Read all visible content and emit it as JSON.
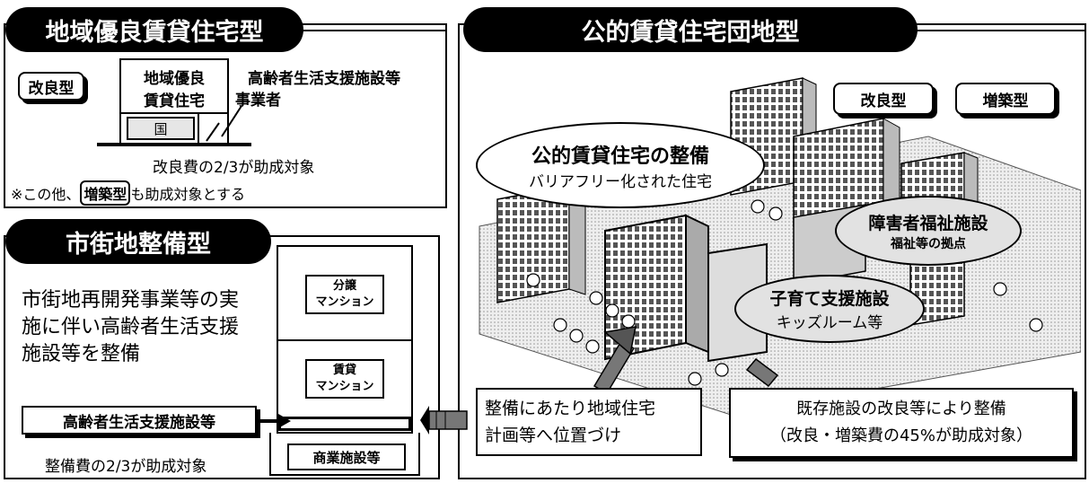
{
  "panel1": {
    "title": "地域優良賃貸住宅型",
    "tag_kairyo": "改良型",
    "building_line1": "地域優良",
    "building_line2": "賃貸住宅",
    "kuni": "国",
    "facility_label": "高齢者生活支援施設等",
    "operator_label": "事業者",
    "subsidy_text": "改良費の2/3が助成対象",
    "note_prefix": "※この他、",
    "note_tag": "増築型",
    "note_suffix": "も助成対象とする"
  },
  "panel2": {
    "title": "市街地整備型",
    "desc_line1": "市街地再開発事業等の実",
    "desc_line2": "施に伴い高齢者生活支援",
    "desc_line3": "施設等を整備",
    "floor_bunjo_1": "分譲",
    "floor_bunjo_2": "マンション",
    "floor_chintai_1": "賃貸",
    "floor_chintai_2": "マンション",
    "facility_box": "高齢者生活支援施設等",
    "commercial": "商業施設等",
    "subsidy_text": "整備費の2/3が助成対象"
  },
  "panel3": {
    "title": "公的賃貸住宅団地型",
    "tag_kairyo": "改良型",
    "tag_zochiku": "増築型",
    "bubble1_title": "公的賃貸住宅の整備",
    "bubble1_sub": "バリアフリー化された住宅",
    "bubble2_title": "障害者福祉施設",
    "bubble2_sub": "福祉等の拠点",
    "bubble3_title": "子育て支援施設",
    "bubble3_sub": "キッズルーム等",
    "callout1_line1": "整備にあたり地域住宅",
    "callout1_line2": "計画等へ位置づけ",
    "callout2_line1": "既存施設の改良等により整備",
    "callout2_line2": "（改良・増築費の45%が助成対象）"
  }
}
